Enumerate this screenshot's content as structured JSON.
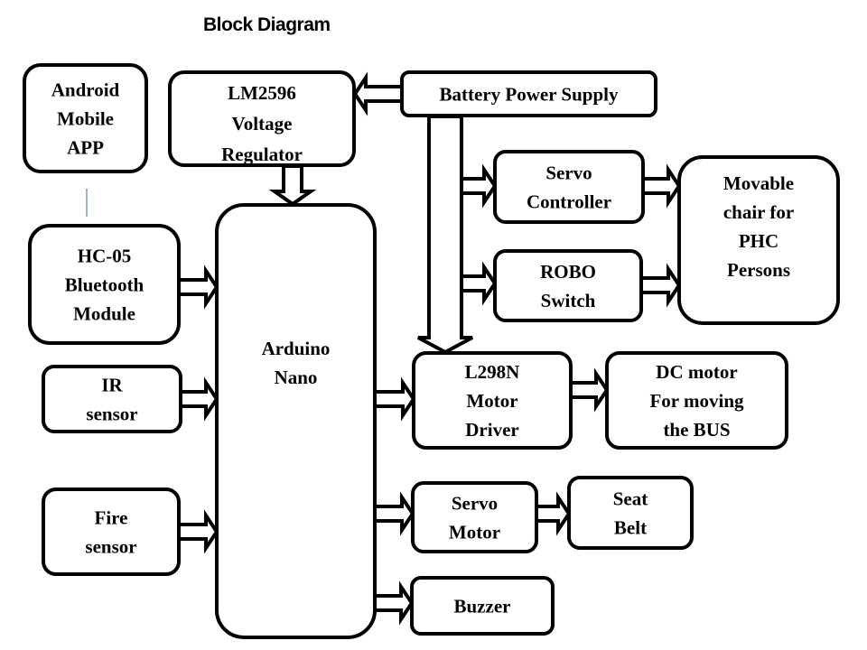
{
  "title": "Block Diagram",
  "colors": {
    "stroke": "#000000",
    "background": "#ffffff",
    "link_line": "#44648c"
  },
  "blocks": [
    {
      "id": "android",
      "lines": [
        "Android",
        "Mobile",
        "APP"
      ]
    },
    {
      "id": "lm2596",
      "lines": [
        "LM2596",
        "Voltage",
        "Regulator"
      ]
    },
    {
      "id": "battery",
      "lines": [
        "Battery Power Supply"
      ]
    },
    {
      "id": "hc05",
      "lines": [
        "HC-05",
        "Bluetooth",
        "Module"
      ]
    },
    {
      "id": "ir",
      "lines": [
        "IR",
        "sensor"
      ]
    },
    {
      "id": "fire",
      "lines": [
        "Fire",
        "sensor"
      ]
    },
    {
      "id": "arduino",
      "lines": [
        "Arduino",
        "Nano"
      ]
    },
    {
      "id": "servo_controller",
      "lines": [
        "Servo",
        "Controller"
      ]
    },
    {
      "id": "robo_switch",
      "lines": [
        "ROBO",
        "Switch"
      ]
    },
    {
      "id": "movable_chair",
      "lines": [
        "Movable",
        "chair for",
        "PHC",
        "Persons"
      ]
    },
    {
      "id": "l298n",
      "lines": [
        "L298N",
        "Motor",
        "Driver"
      ]
    },
    {
      "id": "dc_motor",
      "lines": [
        "DC motor",
        "For moving",
        "the BUS"
      ]
    },
    {
      "id": "servo_motor",
      "lines": [
        "Servo",
        "Motor"
      ]
    },
    {
      "id": "seat_belt",
      "lines": [
        "Seat",
        "Belt"
      ]
    },
    {
      "id": "buzzer",
      "lines": [
        "Buzzer"
      ]
    }
  ],
  "connections": [
    {
      "from": "battery",
      "to": "lm2596"
    },
    {
      "from": "lm2596",
      "to": "arduino"
    },
    {
      "from": "battery",
      "to": "servo_controller"
    },
    {
      "from": "battery",
      "to": "robo_switch"
    },
    {
      "from": "battery",
      "to": "l298n"
    },
    {
      "from": "servo_controller",
      "to": "movable_chair"
    },
    {
      "from": "robo_switch",
      "to": "movable_chair"
    },
    {
      "from": "android",
      "to": "hc05",
      "style": "thin-line"
    },
    {
      "from": "hc05",
      "to": "arduino"
    },
    {
      "from": "ir",
      "to": "arduino"
    },
    {
      "from": "fire",
      "to": "arduino"
    },
    {
      "from": "arduino",
      "to": "l298n"
    },
    {
      "from": "l298n",
      "to": "dc_motor"
    },
    {
      "from": "arduino",
      "to": "servo_motor"
    },
    {
      "from": "servo_motor",
      "to": "seat_belt"
    },
    {
      "from": "arduino",
      "to": "buzzer"
    }
  ]
}
